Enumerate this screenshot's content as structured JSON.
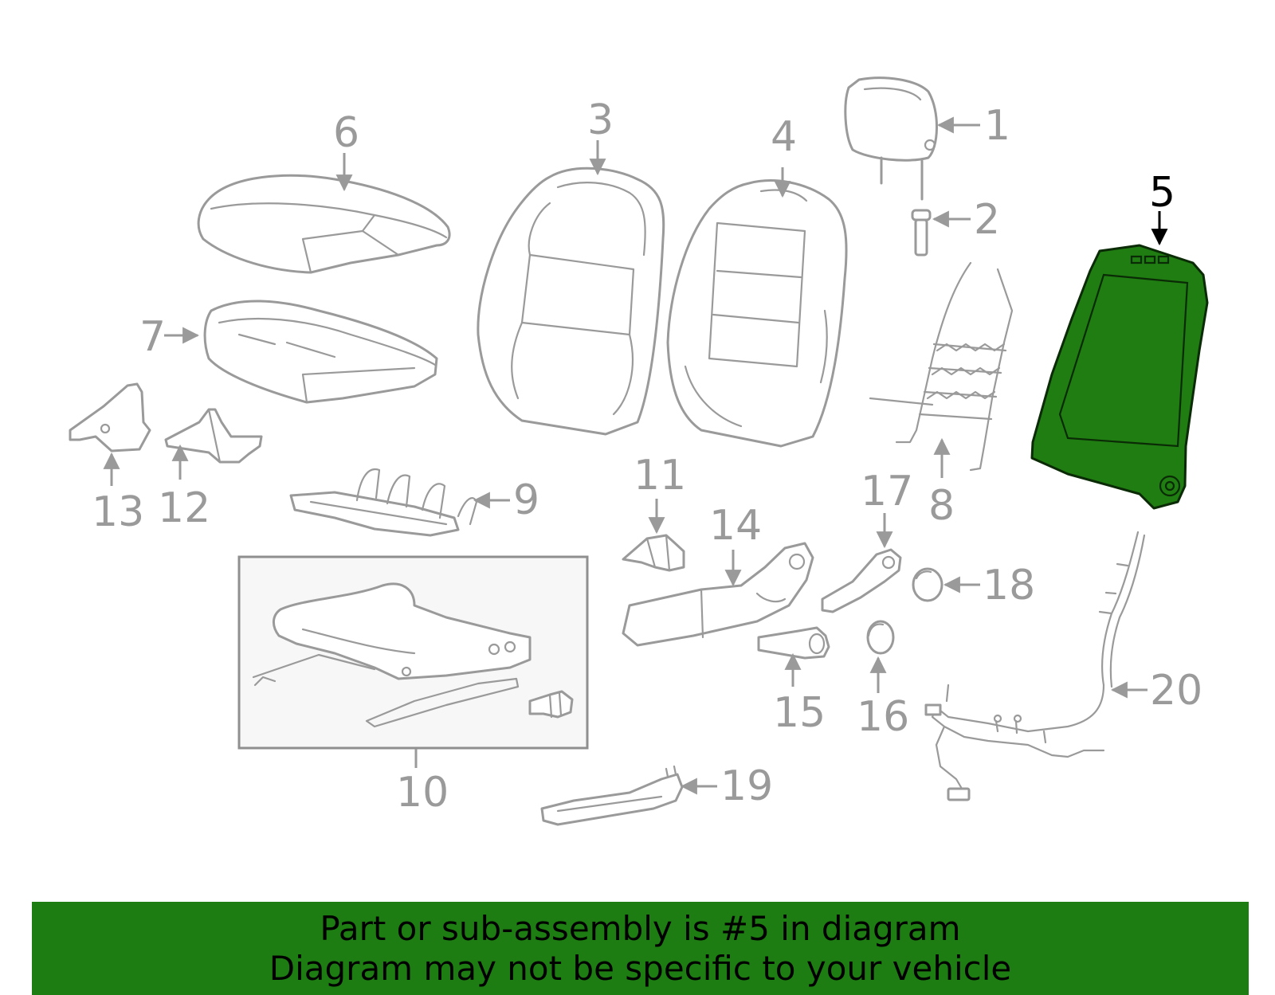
{
  "diagram": {
    "highlight_color": "#1e7d12",
    "parts": [
      {
        "id": "1",
        "label": "1",
        "name": "headrest"
      },
      {
        "id": "2",
        "label": "2",
        "name": "headrest-guide"
      },
      {
        "id": "3",
        "label": "3",
        "name": "seat-back-cover"
      },
      {
        "id": "4",
        "label": "4",
        "name": "seat-back-pad"
      },
      {
        "id": "5",
        "label": "5",
        "name": "seat-back-frame",
        "highlighted": true
      },
      {
        "id": "6",
        "label": "6",
        "name": "cushion-cover"
      },
      {
        "id": "7",
        "label": "7",
        "name": "cushion-pad"
      },
      {
        "id": "8",
        "label": "8",
        "name": "lumbar-spring"
      },
      {
        "id": "9",
        "label": "9",
        "name": "cushion-spring"
      },
      {
        "id": "10",
        "label": "10",
        "name": "seat-adjuster"
      },
      {
        "id": "11",
        "label": "11",
        "name": "clip"
      },
      {
        "id": "12",
        "label": "12",
        "name": "bracket"
      },
      {
        "id": "13",
        "label": "13",
        "name": "side-bracket"
      },
      {
        "id": "14",
        "label": "14",
        "name": "outer-shield"
      },
      {
        "id": "15",
        "label": "15",
        "name": "recliner-handle"
      },
      {
        "id": "16",
        "label": "16",
        "name": "cap"
      },
      {
        "id": "17",
        "label": "17",
        "name": "lever"
      },
      {
        "id": "18",
        "label": "18",
        "name": "cover-cap"
      },
      {
        "id": "19",
        "label": "19",
        "name": "inner-trim"
      },
      {
        "id": "20",
        "label": "20",
        "name": "wire-harness"
      }
    ]
  },
  "banner": {
    "line1": "Part or sub-assembly is #5 in diagram",
    "line2": "Diagram may not be specific to your vehicle"
  }
}
